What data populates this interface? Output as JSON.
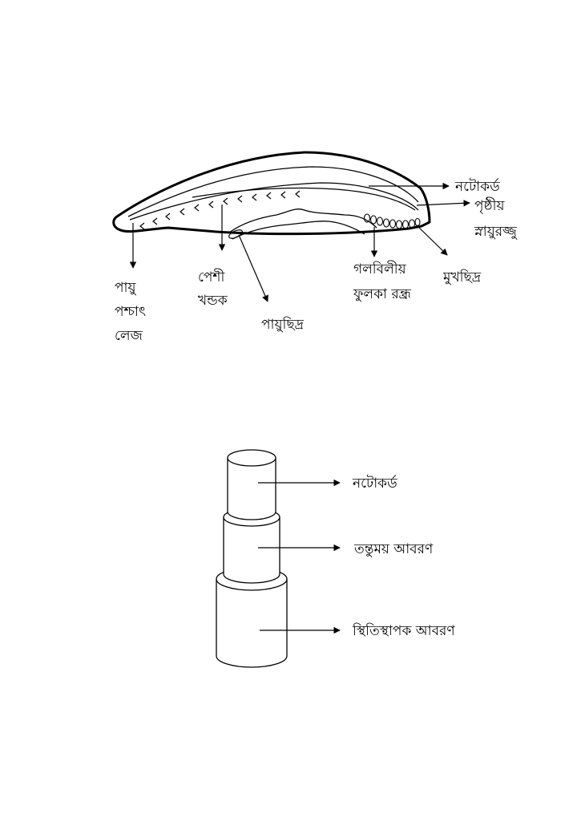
{
  "amphioxus": {
    "labels": {
      "notochord": "নটোকর্ড",
      "dorsal_nerve_1": "পৃষ্ঠীয়",
      "dorsal_nerve_2": "স্নায়ুরজ্জু",
      "anal_tail_1": "পায়ু",
      "anal_tail_2": "পশ্চাৎ",
      "anal_tail_3": "লেজ",
      "myotome_1": "পেশী",
      "myotome_2": "খন্ডক",
      "anus": "পায়ুছিদ্র",
      "gill_slits_1": "গলবিলীয়",
      "gill_slits_2": "ফুলকা রন্ধ্র",
      "mouth": "মুখছিদ্র"
    }
  },
  "notochord_layers": {
    "labels": {
      "notochord": "নটোকর্ড",
      "fibrous_sheath": "তন্তুময় আবরণ",
      "elastic_sheath": "স্থিতিস্থাপক আবরণ"
    }
  }
}
